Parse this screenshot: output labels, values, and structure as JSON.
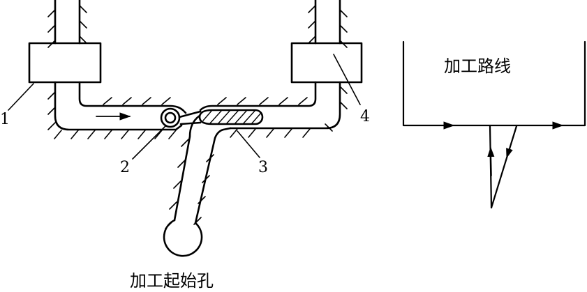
{
  "labels": {
    "part_1": "1",
    "part_2": "2",
    "part_3": "3",
    "part_4": "4",
    "start_hole": "加工起始孔",
    "path": "加工路线"
  },
  "colors": {
    "ink": "#000000",
    "background": "#ffffff"
  }
}
